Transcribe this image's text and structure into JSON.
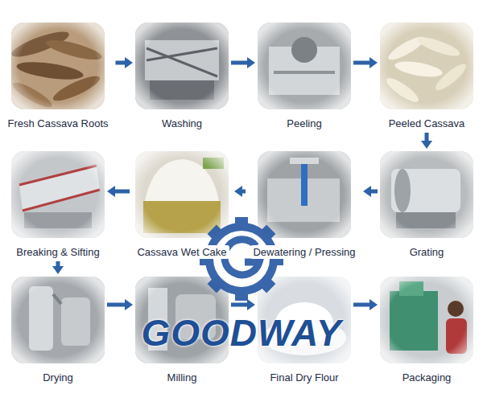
{
  "diagram": {
    "nodes": [
      {
        "text": [
          "Fresh Cassava Roots"
        ]
      },
      {
        "text": [
          "Washing"
        ]
      },
      {
        "text": [
          "Peeling"
        ]
      },
      {
        "text": [
          "Peeled Cassava"
        ]
      },
      {
        "text": [
          "Grating"
        ]
      },
      {
        "text": [
          "Dewatering / Pressing"
        ]
      },
      {
        "text": [
          "Cassava Wet Cake"
        ]
      },
      {
        "text": [
          "Breaking & Sifting"
        ]
      },
      {
        "text": [
          "Drying"
        ]
      },
      {
        "text": [
          "Milling"
        ]
      },
      {
        "text": [
          "Final Dry Flour"
        ]
      },
      {
        "text": [
          "Packaging"
        ]
      }
    ],
    "edges": [
      {
        "from": 0,
        "to": 1,
        "arrow": "to"
      },
      {
        "from": 1,
        "to": 2,
        "arrow": "to"
      },
      {
        "from": 2,
        "to": 3,
        "arrow": "to"
      },
      {
        "from": 3,
        "to": 4,
        "arrow": "to"
      },
      {
        "from": 4,
        "to": 5,
        "arrow": "to"
      },
      {
        "from": 5,
        "to": 6,
        "arrow": "to"
      },
      {
        "from": 6,
        "to": 7,
        "arrow": "to"
      },
      {
        "from": 7,
        "to": 8,
        "arrow": "to"
      },
      {
        "from": 8,
        "to": 9,
        "arrow": "to"
      },
      {
        "from": 9,
        "to": 10,
        "arrow": "to"
      },
      {
        "from": 10,
        "to": 11,
        "arrow": "to"
      }
    ],
    "labels": [
      "GOODWAY"
    ]
  }
}
